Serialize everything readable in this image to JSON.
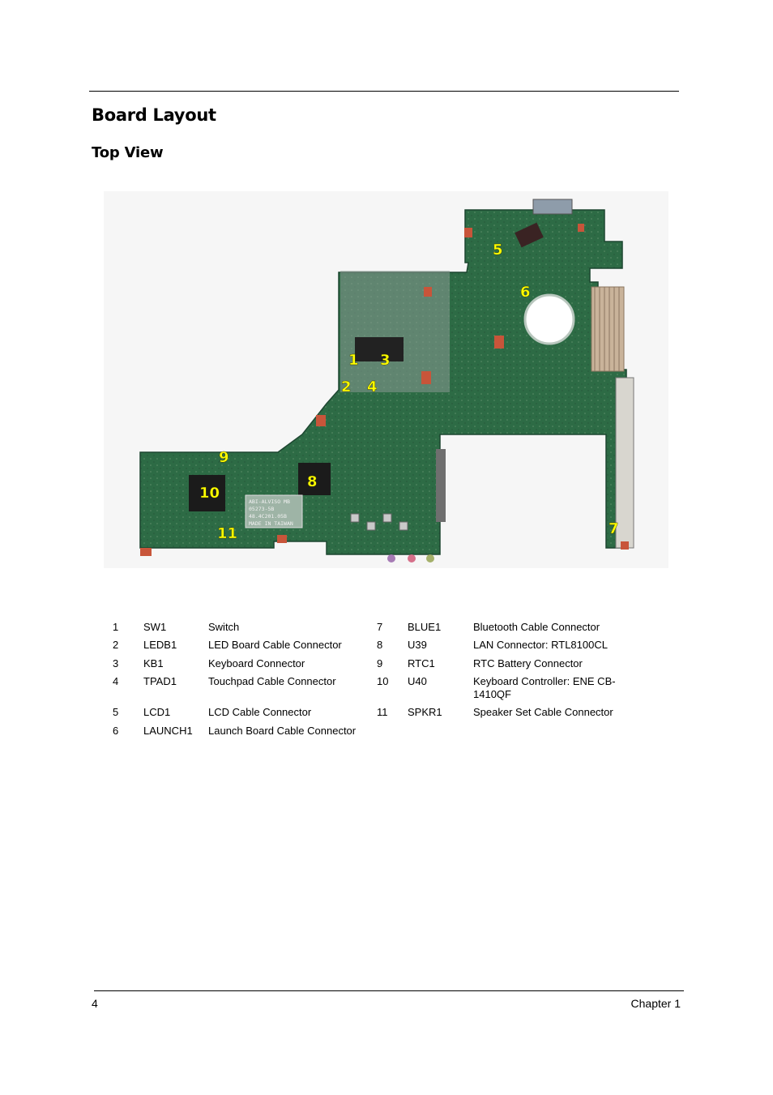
{
  "title": "Board Layout",
  "subtitle": "Top View",
  "board_photo": {
    "callouts": [
      "1",
      "2",
      "3",
      "4",
      "5",
      "6",
      "7",
      "8",
      "9",
      "10",
      "11"
    ],
    "silkscreen_lines": [
      "ABI-ALVISO MB",
      "05273-5B",
      "48.4C201.05B",
      "MADE IN TAIWAN"
    ],
    "label_color": "#ffff00",
    "board_color": "#2d6b45"
  },
  "legend": [
    {
      "left": {
        "num": "1",
        "ref": "SW1",
        "desc": "Switch"
      },
      "right": {
        "num": "7",
        "ref": "BLUE1",
        "desc": "Bluetooth Cable Connector"
      }
    },
    {
      "left": {
        "num": "2",
        "ref": "LEDB1",
        "desc": "LED Board Cable Connector"
      },
      "right": {
        "num": "8",
        "ref": "U39",
        "desc": "LAN Connector: RTL8100CL"
      }
    },
    {
      "left": {
        "num": "3",
        "ref": "KB1",
        "desc": "Keyboard Connector"
      },
      "right": {
        "num": "9",
        "ref": "RTC1",
        "desc": "RTC Battery Connector"
      }
    },
    {
      "left": {
        "num": "4",
        "ref": "TPAD1",
        "desc": "Touchpad Cable Connector"
      },
      "right": {
        "num": "10",
        "ref": "U40",
        "desc": "Keyboard Controller: ENE CB-1410QF"
      }
    },
    {
      "left": {
        "num": "5",
        "ref": "LCD1",
        "desc": "LCD Cable Connector"
      },
      "right": {
        "num": "11",
        "ref": "SPKR1",
        "desc": "Speaker Set Cable Connector"
      }
    },
    {
      "left": {
        "num": "6",
        "ref": "LAUNCH1",
        "desc": "Launch Board Cable Connector"
      },
      "right": {
        "num": "",
        "ref": "",
        "desc": ""
      }
    }
  ],
  "footer": {
    "page": "4",
    "chapter": "Chapter 1"
  }
}
